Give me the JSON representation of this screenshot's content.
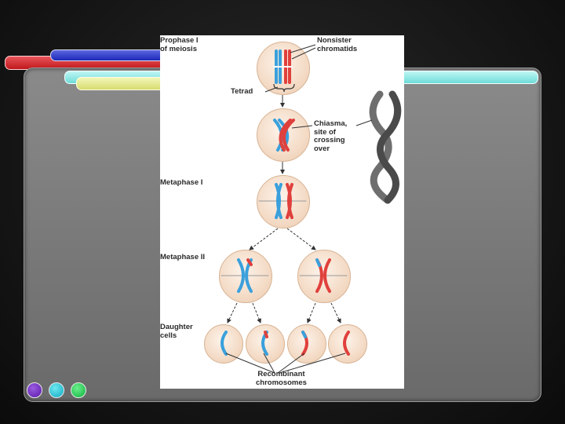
{
  "labels": {
    "prophase": "Prophase I\nof meiosis",
    "nonsister": "Nonsister\nchromatids",
    "tetrad": "Tetrad",
    "chiasma": "Chiasma,\nsite of\ncrossing\nover",
    "metaphase1": "Metaphase I",
    "metaphase2": "Metaphase II",
    "daughter": "Daughter\ncells",
    "recombinant": "Recombinant\nchromosomes"
  },
  "colors": {
    "chromosome_blue": "#3aa0dc",
    "chromosome_red": "#e0403c",
    "cell_fill": "#f2d7c0"
  }
}
